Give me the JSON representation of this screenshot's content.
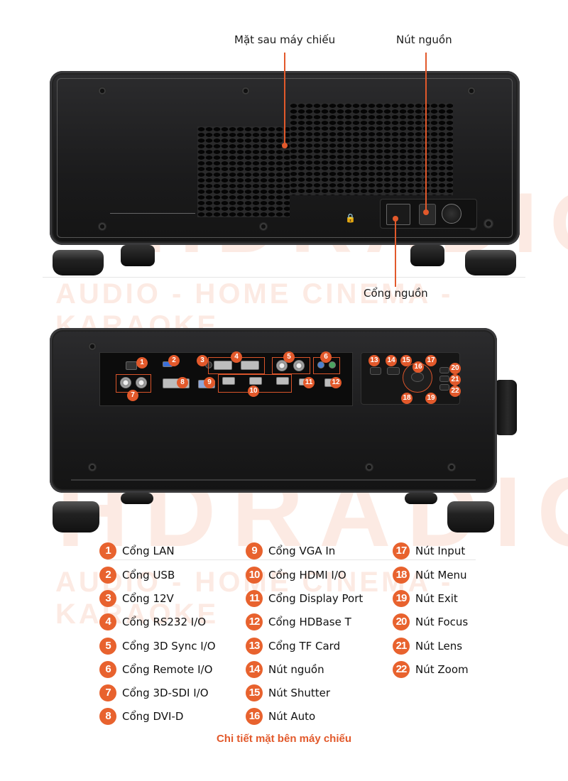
{
  "top_view": {
    "callouts": {
      "rear_panel": "Mặt sau máy chiếu",
      "power_button": "Nút nguồn",
      "power_port": "Cổng nguồn"
    }
  },
  "watermark": {
    "brand": "HDRADIO",
    "tagline": "AUDIO - HOME CINEMA - KARAOKE"
  },
  "side_view": {
    "port_badges": [
      "1",
      "2",
      "3",
      "4",
      "5",
      "6",
      "7",
      "8",
      "9",
      "10",
      "11",
      "12"
    ],
    "control_badges": [
      "13",
      "14",
      "15",
      "16",
      "17",
      "18",
      "19",
      "20",
      "21",
      "22"
    ]
  },
  "legend": {
    "column1": [
      {
        "num": "1",
        "label": "Cổng LAN"
      },
      {
        "num": "2",
        "label": "Cổng USB"
      },
      {
        "num": "3",
        "label": "Cổng 12V"
      },
      {
        "num": "4",
        "label": "Cổng RS232 I/O"
      },
      {
        "num": "5",
        "label": "Cổng 3D Sync I/O"
      },
      {
        "num": "6",
        "label": "Cổng Remote I/O"
      },
      {
        "num": "7",
        "label": "Cổng 3D-SDI I/O"
      },
      {
        "num": "8",
        "label": "Cổng DVI-D"
      }
    ],
    "column2": [
      {
        "num": "9",
        "label": "Cổng VGA In"
      },
      {
        "num": "10",
        "label": "Cổng HDMI I/O"
      },
      {
        "num": "11",
        "label": "Cổng Display Port"
      },
      {
        "num": "12",
        "label": "Cổng HDBase T"
      },
      {
        "num": "13",
        "label": "Cổng TF Card"
      },
      {
        "num": "14",
        "label": "Nút nguồn"
      },
      {
        "num": "15",
        "label": "Nút Shutter"
      },
      {
        "num": "16",
        "label": "Nút Auto"
      }
    ],
    "column3": [
      {
        "num": "17",
        "label": "Nút Input"
      },
      {
        "num": "18",
        "label": "Nút Menu"
      },
      {
        "num": "19",
        "label": "Nút Exit"
      },
      {
        "num": "20",
        "label": "Nút Focus"
      },
      {
        "num": "21",
        "label": "Nút Lens"
      },
      {
        "num": "22",
        "label": "Nút Zoom"
      }
    ]
  },
  "caption": "Chi tiết mặt bên máy chiếu",
  "colors": {
    "accent": "#e2592b",
    "body": "#1b1b1c",
    "background": "#ffffff"
  }
}
